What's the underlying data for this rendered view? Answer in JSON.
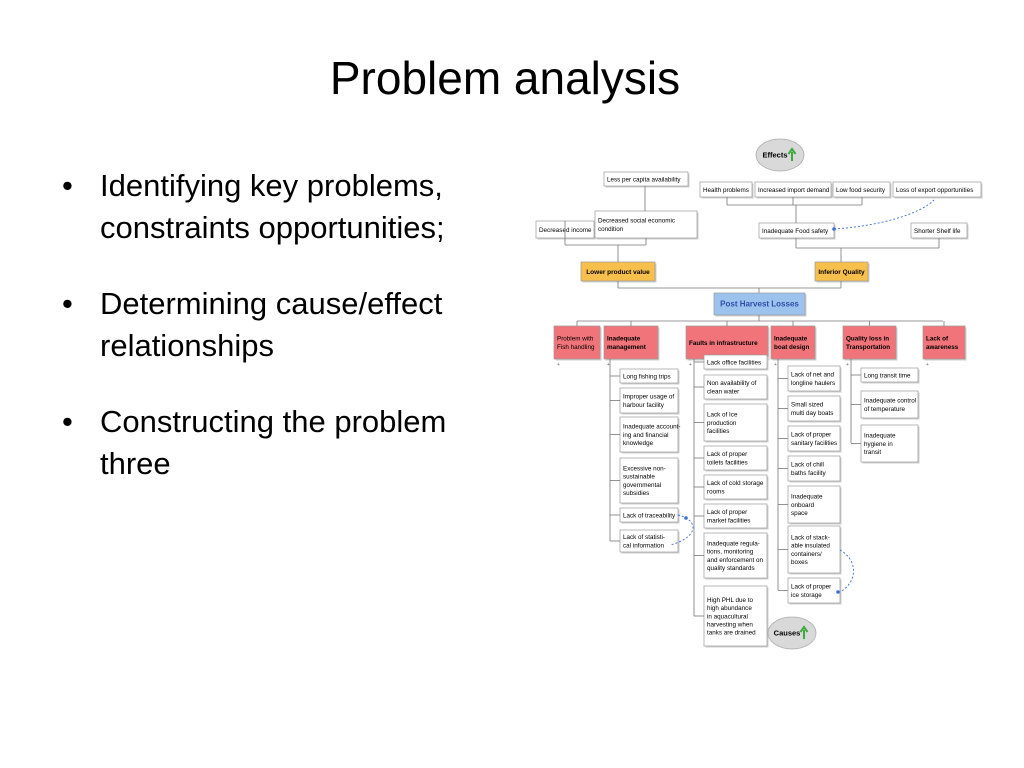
{
  "slide": {
    "title": "Problem analysis",
    "bullets": [
      "Identifying key problems, constraints opportunities;",
      "Determining cause/effect relationships",
      "Constructing the problem three"
    ]
  },
  "tree": {
    "effects_label": "Effects",
    "causes_label": "Causes",
    "colors": {
      "box_fill": "#ffffff",
      "box_stroke": "#9a9a9a",
      "orange": "#f7c04c",
      "red": "#f07479",
      "blue": "#9cc2ee",
      "oval": "#d9d9d9",
      "arrow_green": "#3fa83f",
      "dotted_blue": "#3b6fd6"
    },
    "effects_row1": {
      "less_per_capita": "Less per capita availability",
      "health": "Health problems",
      "import": "Increased import demand",
      "food_security": "Low food security",
      "export_loss": "Loss of export opportunities"
    },
    "effects_row2": {
      "decreased_income": "Decreased income",
      "social": [
        "Decreased social economic",
        "condition"
      ],
      "food_safety": "Inadequate Food safety",
      "shelf_life": "Shorter Shelf life"
    },
    "effects_row3": {
      "lower_value": "Lower product value",
      "inferior_quality": "Inferior Quality"
    },
    "core_problem": "Post Harvest Losses",
    "cause_categories": [
      [
        "Problem with",
        "Fish handling"
      ],
      [
        "Inadequate",
        "management"
      ],
      [
        "Faults in infrastructure"
      ],
      [
        "Inadequate",
        "boat design"
      ],
      [
        "Quality loss in",
        "Transportation"
      ],
      [
        "Lack of",
        "awareness"
      ]
    ],
    "management_causes": [
      [
        "Long fishing trips"
      ],
      [
        "Improper usage of",
        "harbour facility"
      ],
      [
        "Inadequate account-",
        "ing and financial",
        "knowledge"
      ],
      [
        "Excessive non-",
        "sustainable",
        "governmental",
        "subsidies"
      ],
      [
        "Lack of traceability"
      ],
      [
        "Lack of statisti-",
        "cal information"
      ]
    ],
    "infrastructure_causes": [
      [
        "Lack office facilities"
      ],
      [
        "Non availability of",
        "clean water"
      ],
      [
        "Lack of Ice",
        "production",
        "facilities"
      ],
      [
        "Lack of proper",
        "toilets facilities"
      ],
      [
        "Lack of cold storage",
        "rooms"
      ],
      [
        "Lack of proper",
        "market facilities"
      ],
      [
        "Inadequate regula-",
        "tions, monitoring",
        "and enforcement on",
        "quality standards"
      ],
      [
        "High PHL due to",
        "high abundance",
        "in aquacultural",
        "harvesting when",
        "tanks are drained"
      ]
    ],
    "boat_causes": [
      [
        "Lack of net and",
        "longline haulers"
      ],
      [
        "Small sized",
        "multi day boats"
      ],
      [
        "Lack of proper",
        "sanitary facilities"
      ],
      [
        "Lack of chill",
        "baths facility"
      ],
      [
        "Inadequate",
        "onboard",
        "space"
      ],
      [
        "Lack of stack-",
        "able insulated",
        "containers/",
        "boxes"
      ],
      [
        "Lack of proper",
        "ice storage"
      ]
    ],
    "transport_causes": [
      [
        "Long transit time"
      ],
      [
        "Inadequate control",
        "of temperature"
      ],
      [
        "Inadequate",
        "hygiene in",
        "transit"
      ]
    ]
  }
}
